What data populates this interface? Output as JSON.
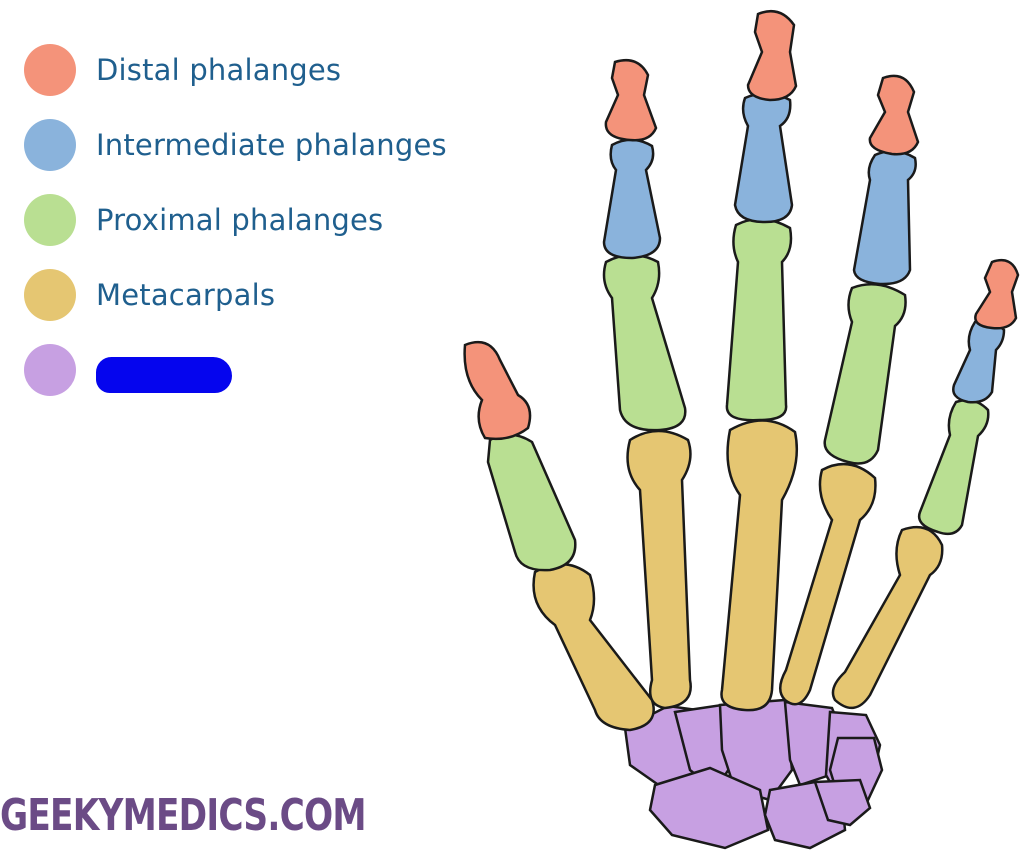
{
  "legend": {
    "items": [
      {
        "label": "Distal phalanges",
        "color": "#f4937a"
      },
      {
        "label": "Intermediate phalanges",
        "color": "#8ab3dc"
      },
      {
        "label": "Proximal phalanges",
        "color": "#b9df92"
      },
      {
        "label": "Metacarpals",
        "color": "#e5c672"
      },
      {
        "label": "",
        "color": "#c7a0e2",
        "redacted": true,
        "redaction_color": "#0505ee"
      }
    ]
  },
  "brand": {
    "text": "GEEKYMEDICS.COM",
    "color": "#6b4b86"
  },
  "colors": {
    "distal": "#f4937a",
    "intermediate": "#8ab3dc",
    "proximal": "#b9df92",
    "metacarpal": "#e5c672",
    "carpal": "#c7a0e2",
    "outline": "#1a1a1a"
  }
}
